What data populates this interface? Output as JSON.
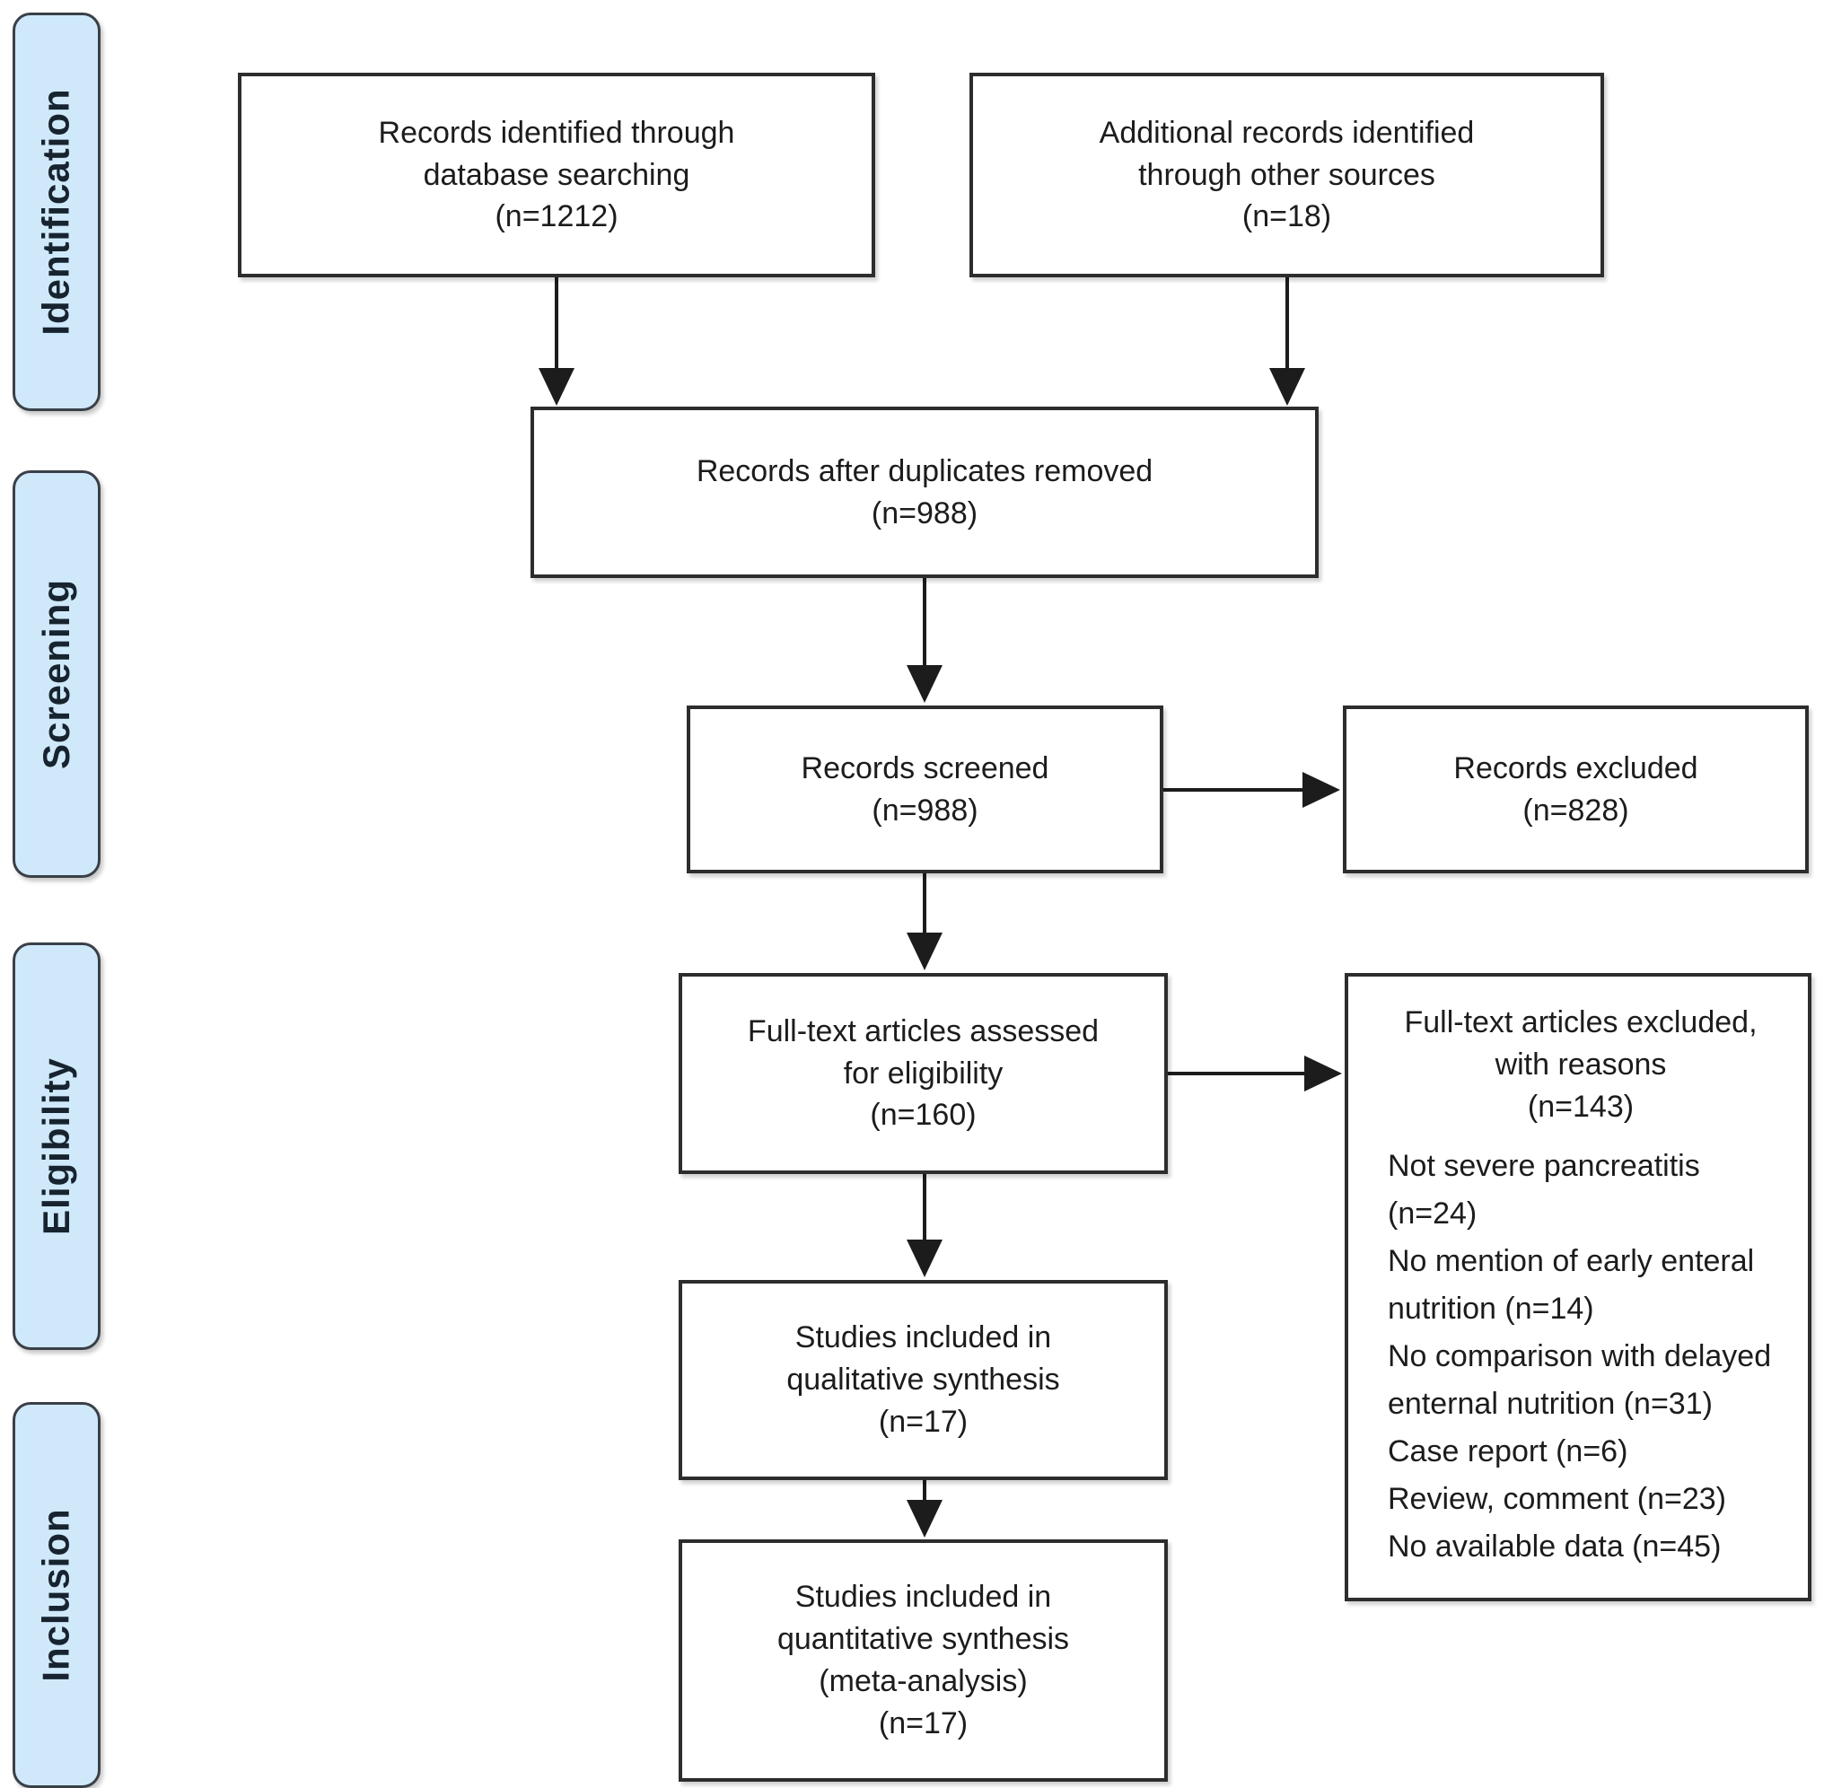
{
  "stages": [
    {
      "label": "Identification"
    },
    {
      "label": "Screening"
    },
    {
      "label": "Eligibility"
    },
    {
      "label": "Inclusion"
    }
  ],
  "boxes": {
    "identified_db": {
      "text": "Records identified through\ndatabase searching\n(n=1212)"
    },
    "identified_other": {
      "text": "Additional records identified\nthrough other sources\n(n=18)"
    },
    "after_duplicates": {
      "text": "Records after duplicates removed\n(n=988)"
    },
    "screened": {
      "text": "Records screened\n(n=988)"
    },
    "excluded": {
      "text": "Records excluded\n(n=828)"
    },
    "fulltext_assessed": {
      "text": "Full-text articles assessed\nfor eligibility\n(n=160)"
    },
    "fulltext_excluded": {
      "header": "Full-text articles excluded,\nwith reasons\n(n=143)",
      "reasons": [
        "Not severe pancreatitis (n=24)",
        "No mention of early enteral nutrition (n=14)",
        "No comparison with delayed enternal nutrition (n=31)",
        "Case report (n=6)",
        "Review, comment (n=23)",
        "No available data (n=45)"
      ]
    },
    "qualitative": {
      "text": "Studies included in\nqualitative synthesis\n(n=17)"
    },
    "quantitative": {
      "text": "Studies included in\nquantitative synthesis\n(meta-analysis)\n(n=17)"
    }
  },
  "colors": {
    "stage_fill": "#cfe9fb",
    "stage_border": "#3a4047",
    "box_border": "#2d2d2d",
    "text": "#1c1c1c",
    "background": "#ffffff"
  }
}
